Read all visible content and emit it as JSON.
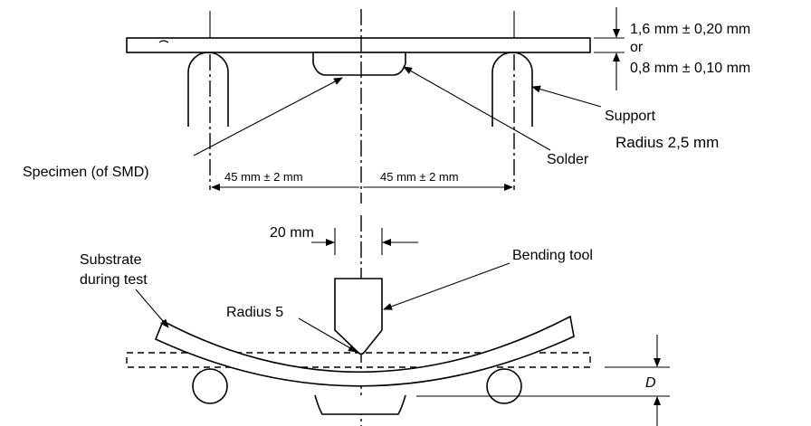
{
  "top_view": {
    "thickness_1": "1,6 mm ± 0,20 mm",
    "thickness_or": "or",
    "thickness_2": "0,8 mm ± 0,10 mm",
    "support_label": "Support",
    "support_radius": "Radius 2,5 mm",
    "solder_label": "Solder",
    "specimen_label": "Specimen (of SMD)",
    "span_left": "45 mm ± 2 mm",
    "span_right": "45 mm ± 2 mm"
  },
  "bottom_view": {
    "tool_width": "20 mm",
    "bending_tool_label": "Bending tool",
    "substrate_label_1": "Substrate",
    "substrate_label_2": "during test",
    "radius_label": "Radius 5",
    "deflection_label": "D"
  }
}
